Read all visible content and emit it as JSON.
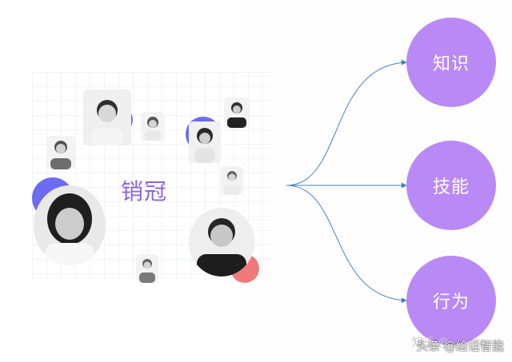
{
  "center_label": "销冠",
  "nodes": [
    "知识",
    "技能",
    "行为"
  ],
  "watermark": "头条 @绘话智能",
  "faint_text": "知乎 @",
  "colors": {
    "accent_blue": "#6b6cf0",
    "accent_red": "#f07a7a",
    "node_fill": "#b98af5",
    "arrow": "#4a7fb8"
  }
}
